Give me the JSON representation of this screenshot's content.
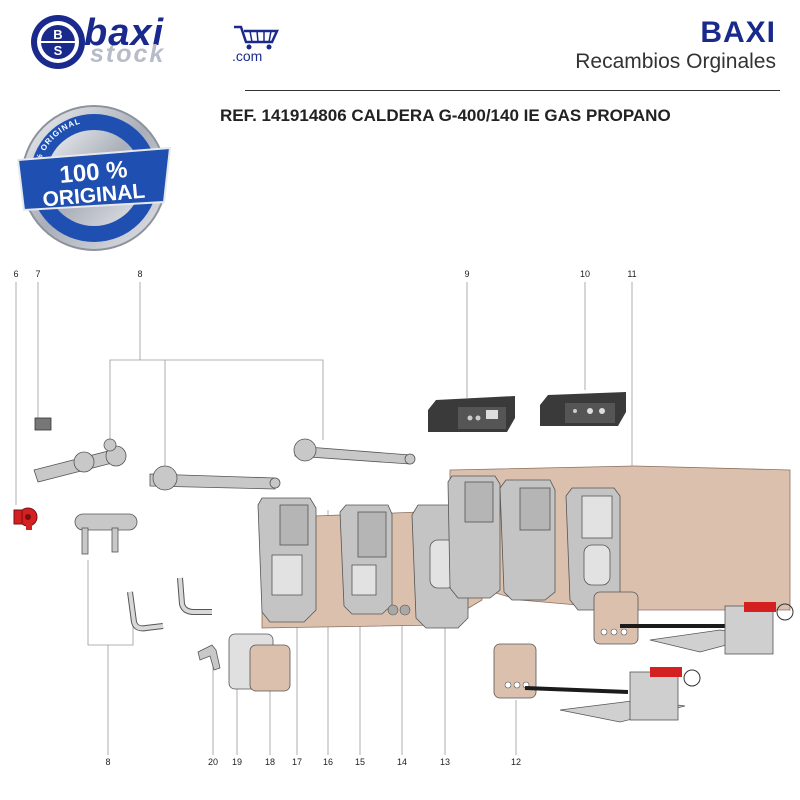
{
  "header": {
    "logo_word": "baxi",
    "logo_sub": "stock",
    "logo_domain": ".com",
    "logo_badge_letters": [
      "B",
      "S"
    ],
    "brand": "BAXI",
    "tagline": "Recambios Orginales",
    "title": "REF. 141914806 CALDERA G-400/140 IE GAS PROPANO"
  },
  "seal": {
    "main": "100 %",
    "sub": "ORIGINAL",
    "ring_text": "100% ORIGINAL",
    "colors": {
      "blue": "#1f4fb0",
      "silver": "#c9ccd2"
    }
  },
  "callouts_top": [
    "6",
    "7",
    "8",
    "9",
    "10",
    "11"
  ],
  "callouts_bottom": [
    "8",
    "20",
    "19",
    "18",
    "17",
    "16",
    "15",
    "14",
    "13",
    "12"
  ],
  "colors": {
    "panel": "#dcc0ae",
    "brand": "#1a2a8c",
    "pump": "#d42020",
    "part_grey": "#c8c8c8",
    "dark_part": "#3a3a3a"
  }
}
